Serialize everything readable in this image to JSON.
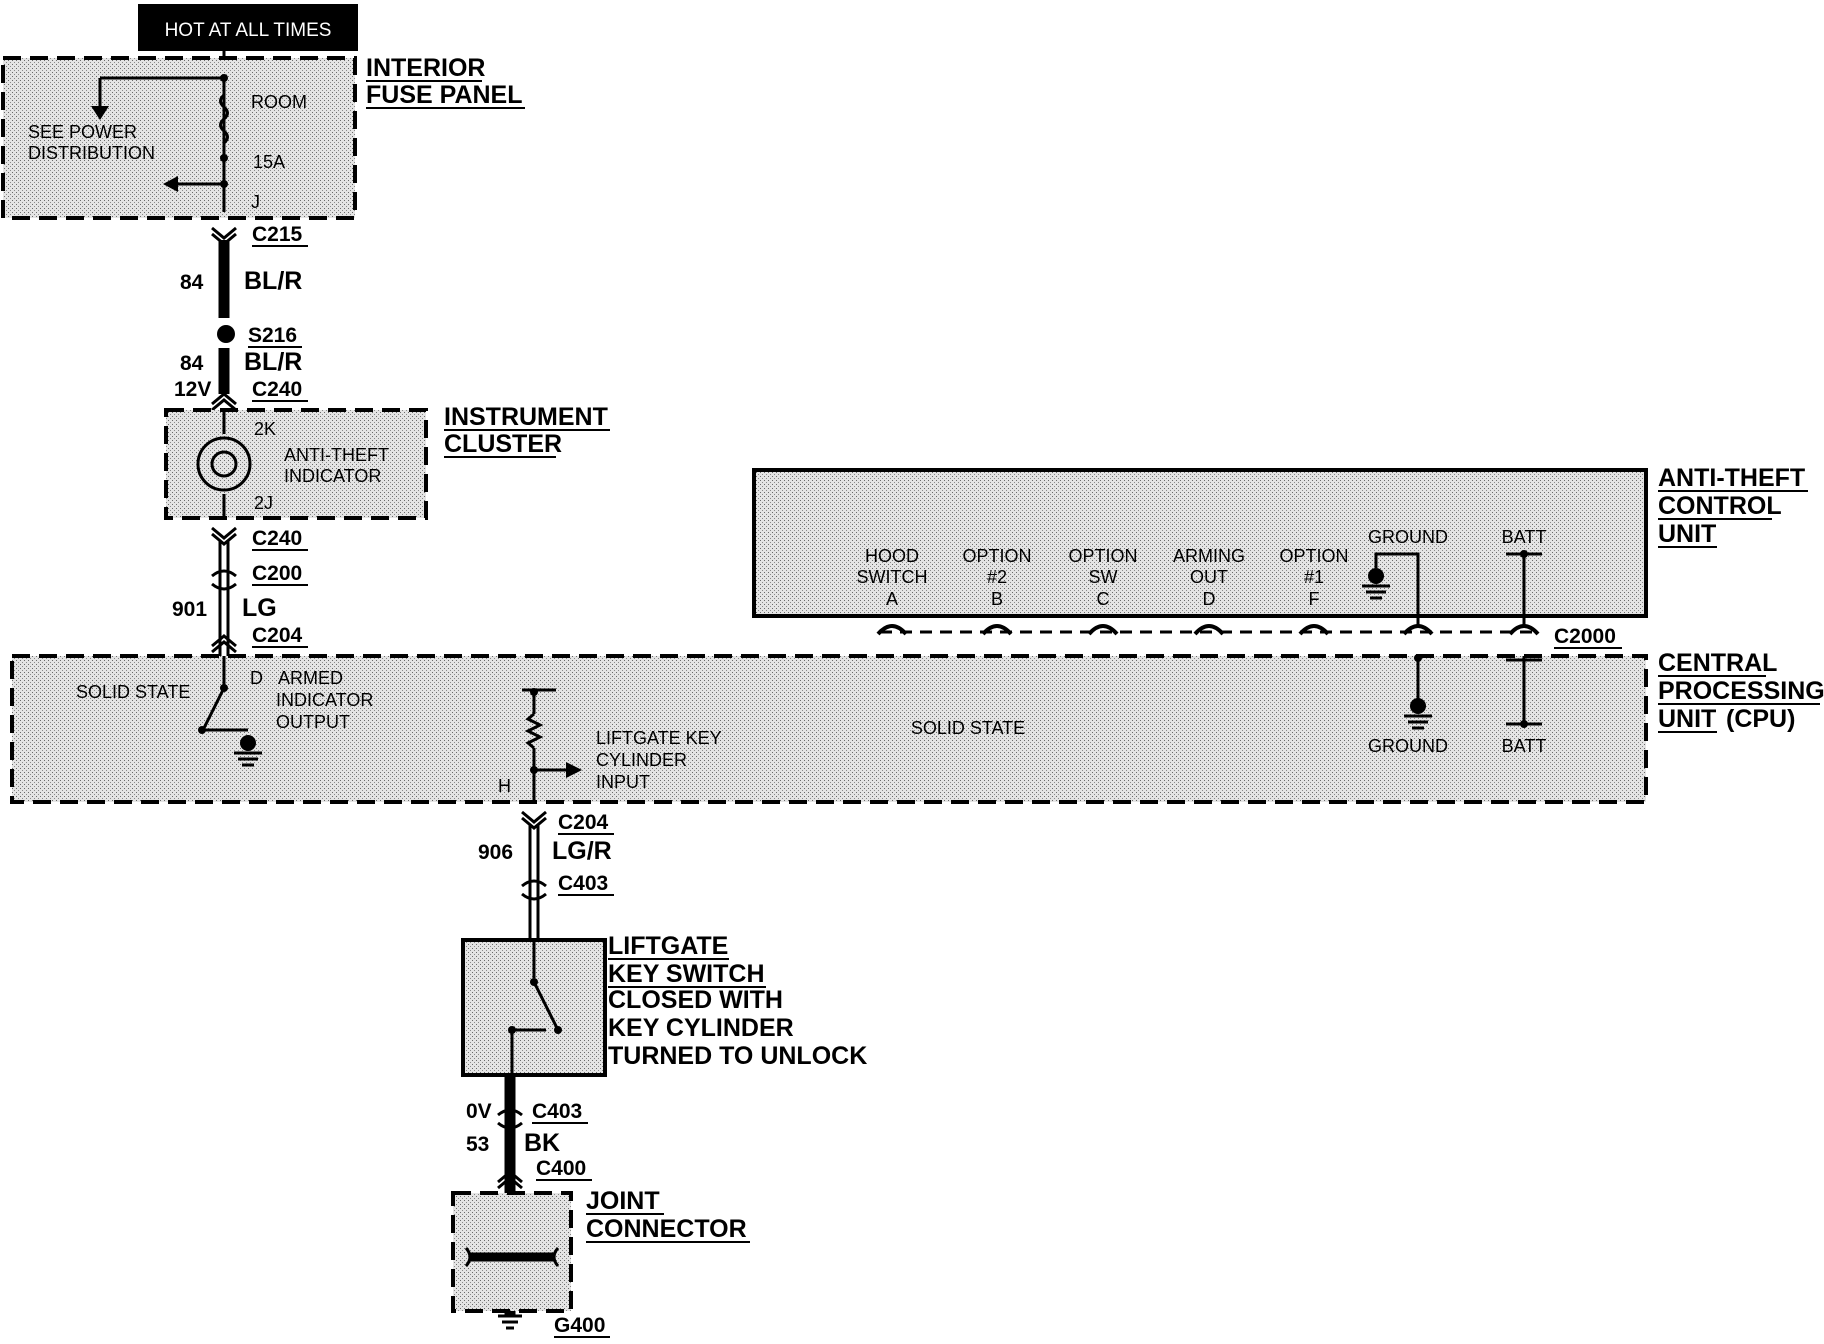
{
  "header": {
    "power_label": "HOT AT ALL TIMES"
  },
  "interior_fuse_panel": {
    "title_line1": "INTERIOR",
    "title_line2": "FUSE PANEL",
    "note_line1": "SEE POWER",
    "note_line2": "DISTRIBUTION",
    "fuse_name": "ROOM",
    "fuse_rating": "15A",
    "pin": "J"
  },
  "wires": {
    "c215": "C215",
    "w84_num": "84",
    "w84_color": "BL/R",
    "s216": "S216",
    "w84b_num": "84",
    "w84b_color": "BL/R",
    "voltage_12v": "12V",
    "c240_top": "C240",
    "c240_bottom": "C240",
    "c200": "C200",
    "w901_num": "901",
    "w901_color": "LG",
    "c204_top": "C204",
    "c204_bottom": "C204",
    "w906_num": "906",
    "w906_color": "LG/R",
    "c403_top": "C403",
    "voltage_0v": "0V",
    "c403_bottom": "C403",
    "w53_num": "53",
    "w53_color": "BK",
    "c400": "C400",
    "g400": "G400"
  },
  "instrument_cluster": {
    "title_line1": "INSTRUMENT",
    "title_line2": "CLUSTER",
    "pin_top": "2K",
    "pin_bottom": "2J",
    "indicator_line1": "ANTI-THEFT",
    "indicator_line2": "INDICATOR"
  },
  "anti_theft_control_unit": {
    "title_line1": "ANTI-THEFT",
    "title_line2": "CONTROL",
    "title_line3": "UNIT",
    "connector": "C2000",
    "pins": [
      {
        "line1": "HOOD",
        "line2": "SWITCH",
        "line3": "A"
      },
      {
        "line1": "OPTION",
        "line2": "#2",
        "line3": "B"
      },
      {
        "line1": "OPTION",
        "line2": "SW",
        "line3": "C"
      },
      {
        "line1": "ARMING",
        "line2": "OUT",
        "line3": "D"
      },
      {
        "line1": "OPTION",
        "line2": "#1",
        "line3": "F"
      }
    ],
    "ground_label": "GROUND",
    "batt_label": "BATT"
  },
  "cpu": {
    "title_line1": "CENTRAL",
    "title_line2": "PROCESSING",
    "title_line3": "UNIT",
    "title_line3_suffix": "(CPU)",
    "solid_state_left": "SOLID STATE",
    "pin_d": "D",
    "armed_line1": "ARMED",
    "armed_line2": "INDICATOR",
    "armed_line3": "OUTPUT",
    "liftgate_line1": "LIFTGATE KEY",
    "liftgate_line2": "CYLINDER",
    "liftgate_line3": "INPUT",
    "pin_h": "H",
    "solid_state_center": "SOLID STATE",
    "ground_label": "GROUND",
    "batt_label": "BATT"
  },
  "liftgate_key_switch": {
    "title_line1": "LIFTGATE",
    "title_line2": "KEY SWITCH",
    "desc_line1": "CLOSED WITH",
    "desc_line2": "KEY CYLINDER",
    "desc_line3": "TURNED TO UNLOCK"
  },
  "joint_connector": {
    "title_line1": "JOINT",
    "title_line2": "CONNECTOR"
  }
}
